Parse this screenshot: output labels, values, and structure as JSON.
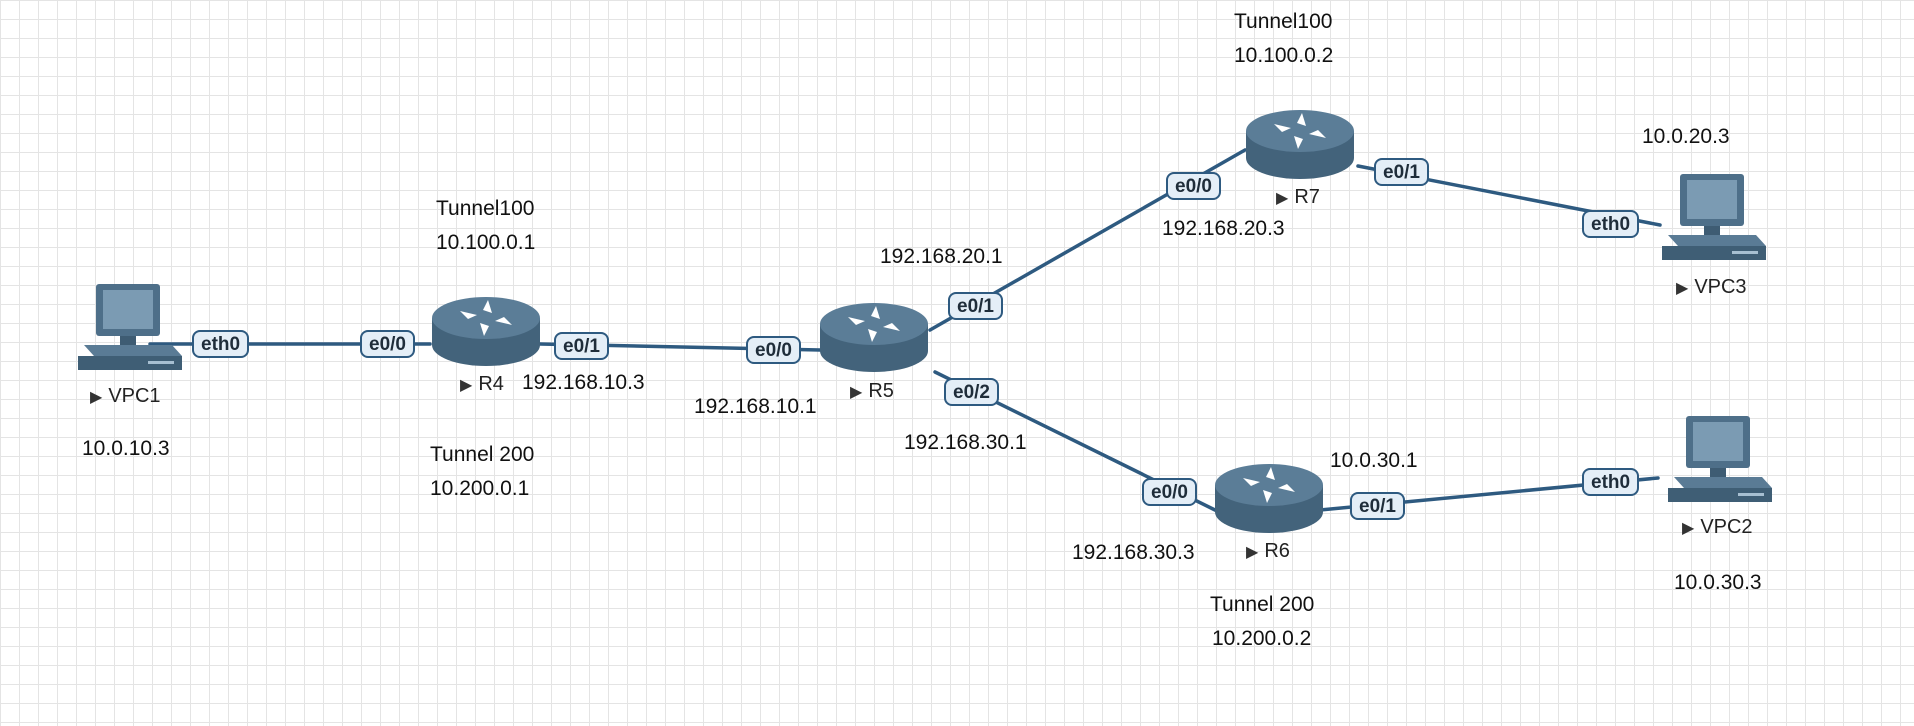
{
  "devices": {
    "vpc1": {
      "name": "VPC1",
      "ip": "10.0.10.3"
    },
    "vpc2": {
      "name": "VPC2",
      "ip": "10.0.30.3"
    },
    "vpc3": {
      "name": "VPC3",
      "ip": "10.0.20.3"
    },
    "r4": {
      "name": "R4",
      "tunnel100_name": "Tunnel100",
      "tunnel100_ip": "10.100.0.1",
      "tunnel200_name": "Tunnel 200",
      "tunnel200_ip": "10.200.0.1"
    },
    "r5": {
      "name": "R5"
    },
    "r6": {
      "name": "R6",
      "tunnel200_name": "Tunnel 200",
      "tunnel200_ip": "10.200.0.2",
      "lan_ip": "10.0.30.1"
    },
    "r7": {
      "name": "R7",
      "tunnel100_name": "Tunnel100",
      "tunnel100_ip": "10.100.0.2"
    }
  },
  "links": [
    {
      "id": "vpc1-r4",
      "a_port": "eth0",
      "b_port": "e0/0"
    },
    {
      "id": "r4-r5",
      "a_port": "e0/1",
      "a_ip": "192.168.10.3",
      "b_port": "e0/0",
      "b_ip": "192.168.10.1"
    },
    {
      "id": "r5-r7",
      "a_port": "e0/1",
      "a_ip": "192.168.20.1",
      "b_port": "e0/0",
      "b_ip": "192.168.20.3"
    },
    {
      "id": "r5-r6",
      "a_port": "e0/2",
      "a_ip": "192.168.30.1",
      "b_port": "e0/0",
      "b_ip": "192.168.30.3"
    },
    {
      "id": "r7-vpc3",
      "a_port": "e0/1",
      "b_port": "eth0"
    },
    {
      "id": "r6-vpc2",
      "a_port": "e0/1",
      "b_port": "eth0"
    }
  ],
  "colors": {
    "link": "#2e5a80",
    "device": "#4e6f89",
    "port_fill": "#e4eef7"
  },
  "icons": {
    "router": "router-icon",
    "pc": "pc-icon"
  }
}
